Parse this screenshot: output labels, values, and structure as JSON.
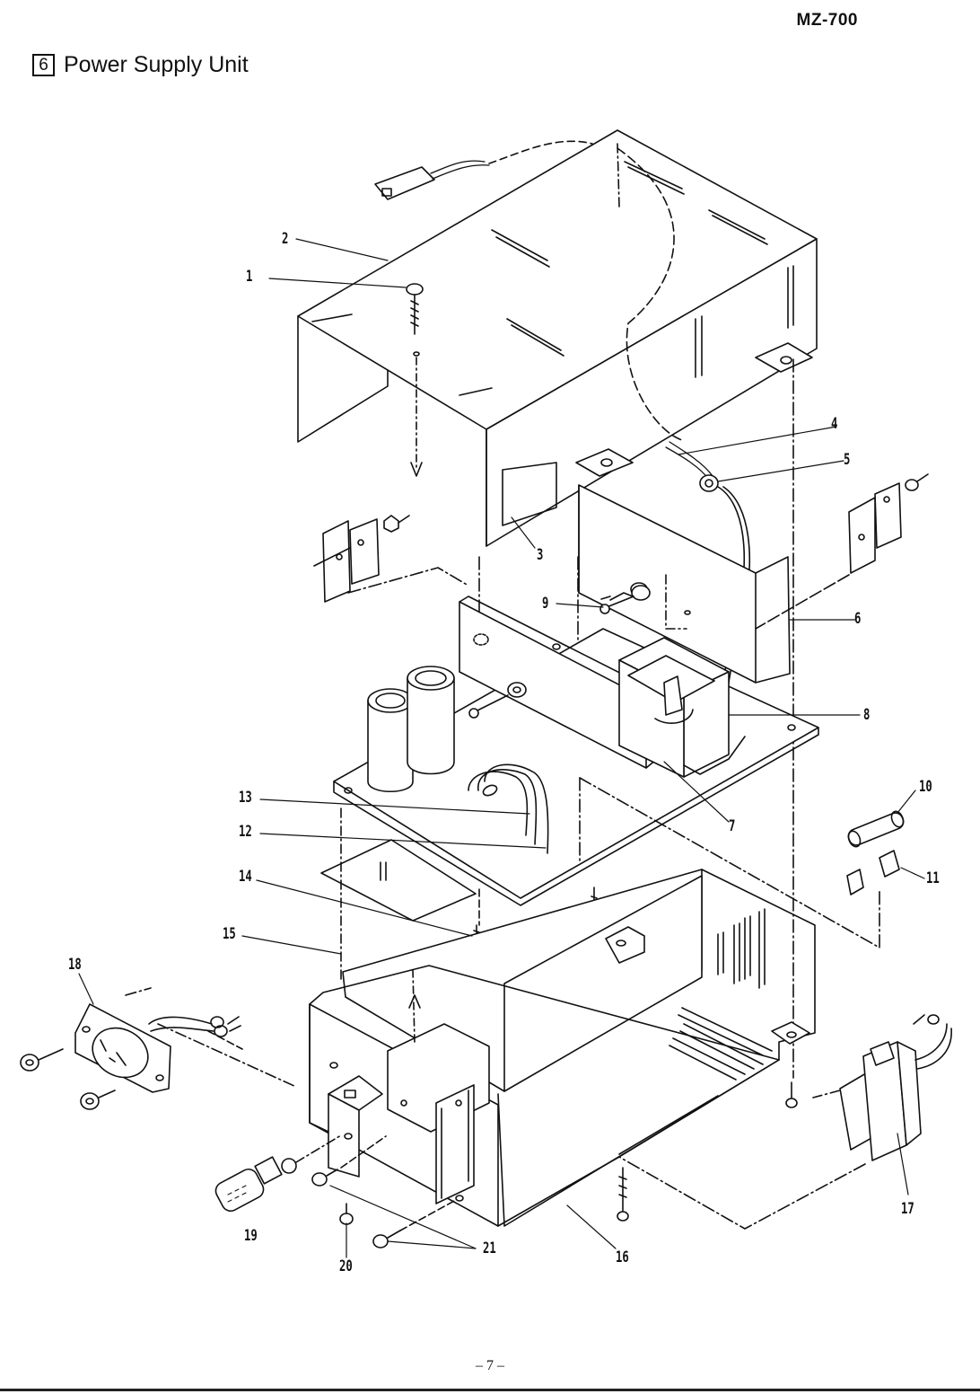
{
  "header": {
    "model": "MZ-700"
  },
  "section": {
    "number": "6",
    "title": "Power Supply Unit"
  },
  "callouts": {
    "c1": "1",
    "c2": "2",
    "c3": "3",
    "c4": "4",
    "c5": "5",
    "c6": "6",
    "c7": "7",
    "c8": "8",
    "c9": "9",
    "c10": "10",
    "c11": "11",
    "c12": "12",
    "c13": "13",
    "c14": "14",
    "c15": "15",
    "c16": "16",
    "c17": "17",
    "c18": "18",
    "c19": "19",
    "c20": "20",
    "c21": "21"
  },
  "footer": {
    "page": "– 7 –"
  }
}
